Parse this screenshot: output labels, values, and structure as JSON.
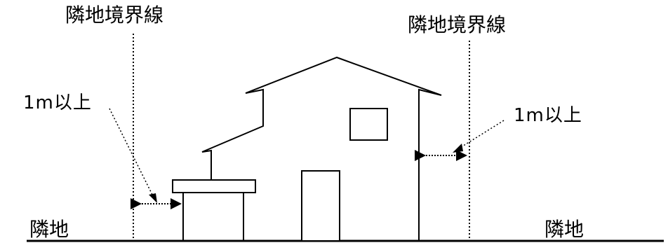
{
  "diagram": {
    "boundary_left_label": "隣地境界線",
    "boundary_right_label": "隣地境界線",
    "distance_left_label": "1m以上",
    "distance_right_label": "1m以上",
    "neighbor_left_label": "隣地",
    "neighbor_right_label": "隣地"
  },
  "colors": {
    "line": "#000000",
    "background": "#ffffff"
  }
}
